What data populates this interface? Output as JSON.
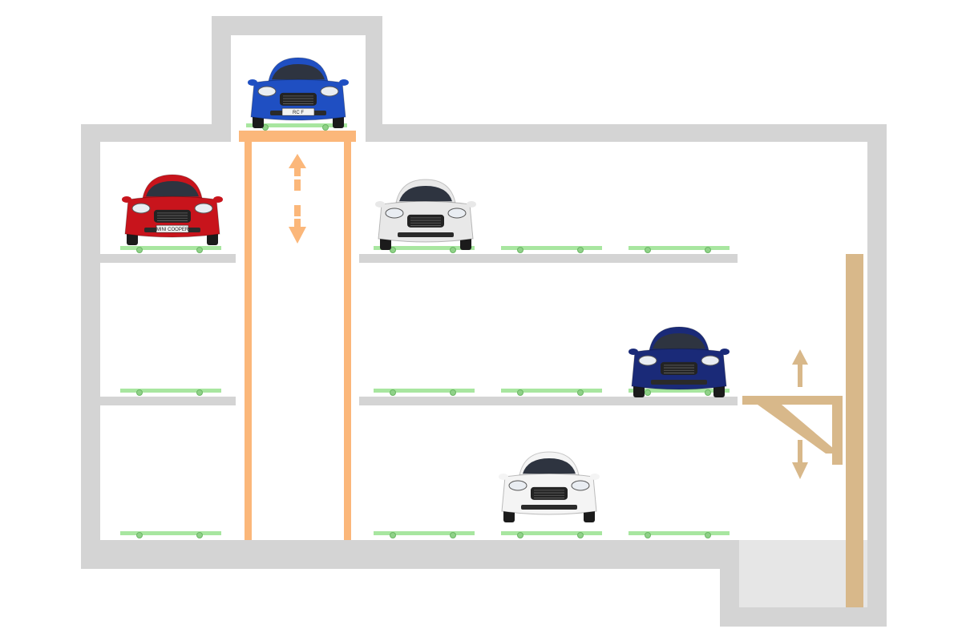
{
  "colors": {
    "wall": "#d4d4d4",
    "pit": "#e6e6e6",
    "lift": "#fbb77a",
    "side_lift": "#d8b88a",
    "platform": "#a8e6a0",
    "wheel": "#8fd188",
    "arrow_lift": "#fbb77a",
    "arrow_side": "#d8b88a"
  },
  "cars": [
    {
      "id": "car-lexus",
      "model_icon": "lexus-rcf-car-icon",
      "plate": "RC F",
      "body": "#1f4fc2",
      "level": "elevator"
    },
    {
      "id": "car-mini",
      "model_icon": "mini-cooper-car-icon",
      "plate": "MINI COOPER",
      "body": "#c8141c",
      "level": "left-top"
    },
    {
      "id": "car-beetle",
      "model_icon": "vw-beetle-car-icon",
      "plate": "",
      "body": "#e8e8e8",
      "level": "right-top"
    },
    {
      "id": "car-bmw",
      "model_icon": "bmw-6-car-icon",
      "plate": "",
      "body": "#1a2a78",
      "level": "right-middle"
    },
    {
      "id": "car-porsche",
      "model_icon": "porsche-cayenne-car-icon",
      "plate": "",
      "body": "#f4f4f4",
      "level": "right-bottom"
    }
  ],
  "icons": {
    "lift_up": "arrow-up-icon",
    "lift_down": "arrow-down-icon"
  }
}
